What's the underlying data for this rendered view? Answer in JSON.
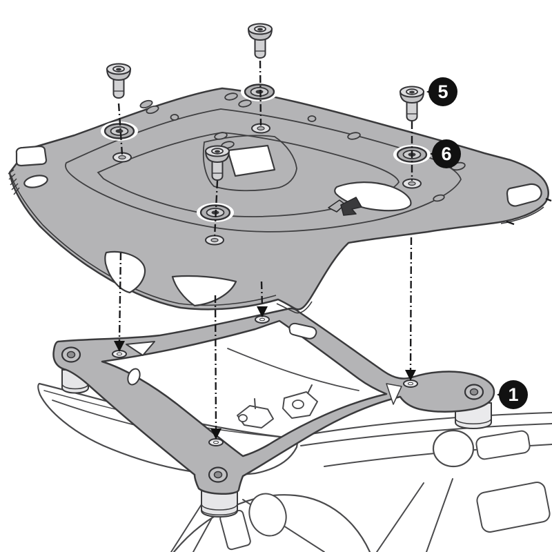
{
  "diagram": {
    "kind": "exploded-assembly-line-drawing",
    "background_color": "#ffffff",
    "part_fill_color": "#b4b4b6",
    "spacer_fill_color": "#e6e6e8",
    "outline_color": "#3a3a3c",
    "leader_line_color": "#1a1a1c",
    "callout_bg_color": "#111111",
    "callout_text_color": "#ffffff",
    "screw_count": 4,
    "washer_count": 4,
    "callouts": [
      {
        "label": "5",
        "target": "button-head-screw"
      },
      {
        "label": "6",
        "target": "washer"
      },
      {
        "label": "1",
        "target": "adapter-bracket"
      }
    ]
  }
}
